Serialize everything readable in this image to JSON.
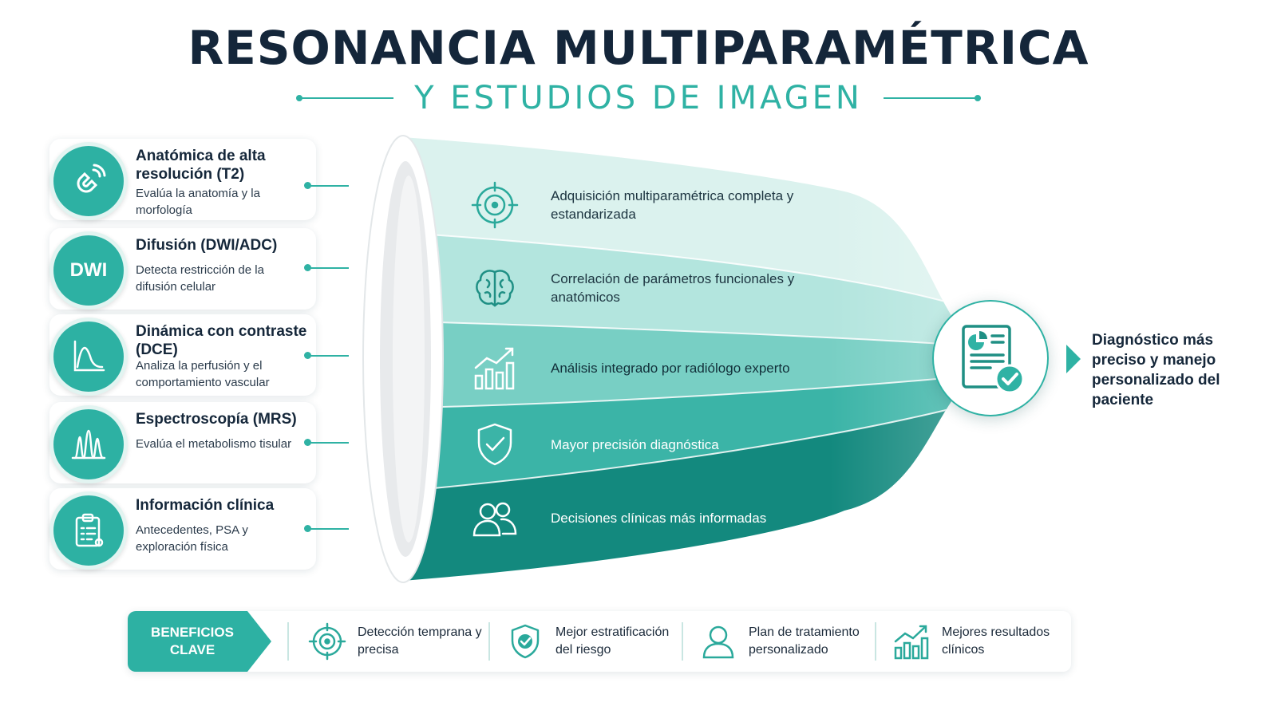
{
  "title": "RESONANCIA MULTIPARAMÉTRICA",
  "subtitle": "Y ESTUDIOS DE IMAGEN",
  "colors": {
    "accent": "#2fb2a4",
    "dark_teal": "#127a72",
    "light_teal": "#d8f1ed",
    "text": "#15273a"
  },
  "inputs": [
    {
      "icon": "magnet-icon",
      "title": "Anatómica de alta resolución (T2)",
      "desc": "Evalúa la anatomía y la morfología"
    },
    {
      "icon": "dwi-icon",
      "icon_text": "DWI",
      "title": "Difusión (DWI/ADC)",
      "desc": "Detecta restricción de la difusión celular"
    },
    {
      "icon": "curve-graph-icon",
      "title": "Dinámica con contraste (DCE)",
      "desc": "Analiza la perfusión y el comportamiento vascular"
    },
    {
      "icon": "spectrum-peaks-icon",
      "title": "Espectroscopía (MRS)",
      "desc": "Evalúa el metabolismo tisular"
    },
    {
      "icon": "clipboard-icon",
      "title": "Información clínica",
      "desc": "Antecedentes, PSA y exploración física"
    }
  ],
  "stages": [
    {
      "icon": "target-icon",
      "text": "Adquisición multiparamétrica completa y estandarizada"
    },
    {
      "icon": "brain-icon",
      "text": "Correlación de parámetros funcionales y anatómicos"
    },
    {
      "icon": "bar-chart-icon",
      "text": "Análisis integrado por radiólogo experto"
    },
    {
      "icon": "shield-check-icon",
      "text": "Mayor precisión diagnóstica"
    },
    {
      "icon": "users-icon",
      "text": "Decisiones clínicas más informadas"
    }
  ],
  "result": {
    "icon": "report-check-icon",
    "text": "Diagnóstico más preciso y manejo personalizado del paciente"
  },
  "benefits": {
    "label": "BENEFICIOS CLAVE",
    "items": [
      {
        "icon": "target-icon",
        "text": "Detección temprana y precisa"
      },
      {
        "icon": "shield-check-icon",
        "text": "Mejor estratificación del riesgo"
      },
      {
        "icon": "user-icon",
        "text": "Plan de tratamiento personalizado"
      },
      {
        "icon": "growth-chart-icon",
        "text": "Mejores resultados clínicos"
      }
    ]
  }
}
